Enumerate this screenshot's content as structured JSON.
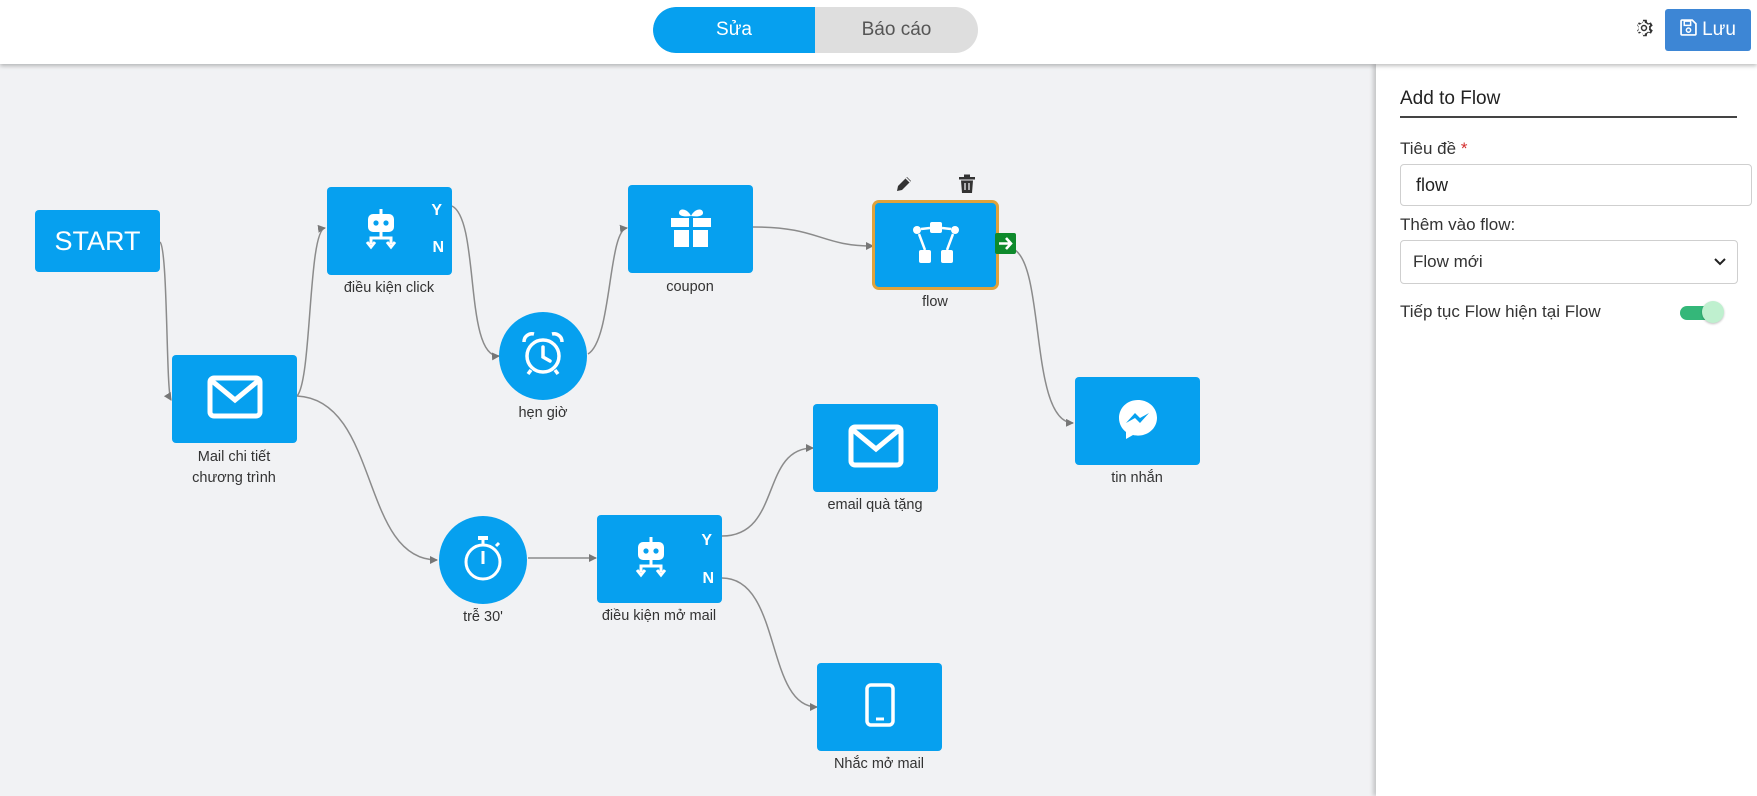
{
  "header": {
    "tabs": [
      {
        "label": "Sửa",
        "active": true
      },
      {
        "label": "Báo cáo",
        "active": false
      }
    ],
    "settings_icon": "gear-icon",
    "save_label": "Lưu",
    "save_icon": "floppy-disk-icon"
  },
  "nodes": {
    "start": {
      "label": "START"
    },
    "mail_detail": {
      "label_line1": "Mail chi tiết",
      "label_line2": "chương trình",
      "icon": "envelope-icon"
    },
    "click_condition": {
      "label": "điều kiện click",
      "icon": "robot-icon",
      "yes": "Y",
      "no": "N"
    },
    "schedule": {
      "label": "hẹn giờ",
      "icon": "alarm-clock-icon"
    },
    "coupon": {
      "label": "coupon",
      "icon": "gift-icon"
    },
    "flow": {
      "label": "flow",
      "icon": "flow-branch-icon"
    },
    "message": {
      "label": "tin nhắn",
      "icon": "messenger-icon"
    },
    "delay": {
      "label": "trễ 30'",
      "icon": "stopwatch-icon"
    },
    "open_condition": {
      "label": "điều kiện mở mail",
      "icon": "robot-icon",
      "yes": "Y",
      "no": "N"
    },
    "gift_email": {
      "label": "email quà tặng",
      "icon": "envelope-icon"
    },
    "open_reminder": {
      "label": "Nhắc mở mail",
      "icon": "mobile-phone-icon"
    }
  },
  "node_tools": {
    "edit_icon": "pencil-icon",
    "delete_icon": "trash-icon",
    "exit_icon": "arrow-right-icon"
  },
  "panel": {
    "title": "Add to Flow",
    "title_field_label": "Tiêu đề",
    "required_mark": "*",
    "title_value": "flow",
    "add_to_flow_label": "Thêm vào flow:",
    "add_to_flow_value": "Flow mới",
    "continue_label": "Tiếp tục Flow hiện tại Flow",
    "continue_enabled": true
  },
  "colors": {
    "node": "#06a0ef",
    "save_button": "#3d86d5",
    "selected_border": "#e0a23a",
    "toggle_on": "#34b779",
    "exit_badge": "#0e8a2c"
  }
}
